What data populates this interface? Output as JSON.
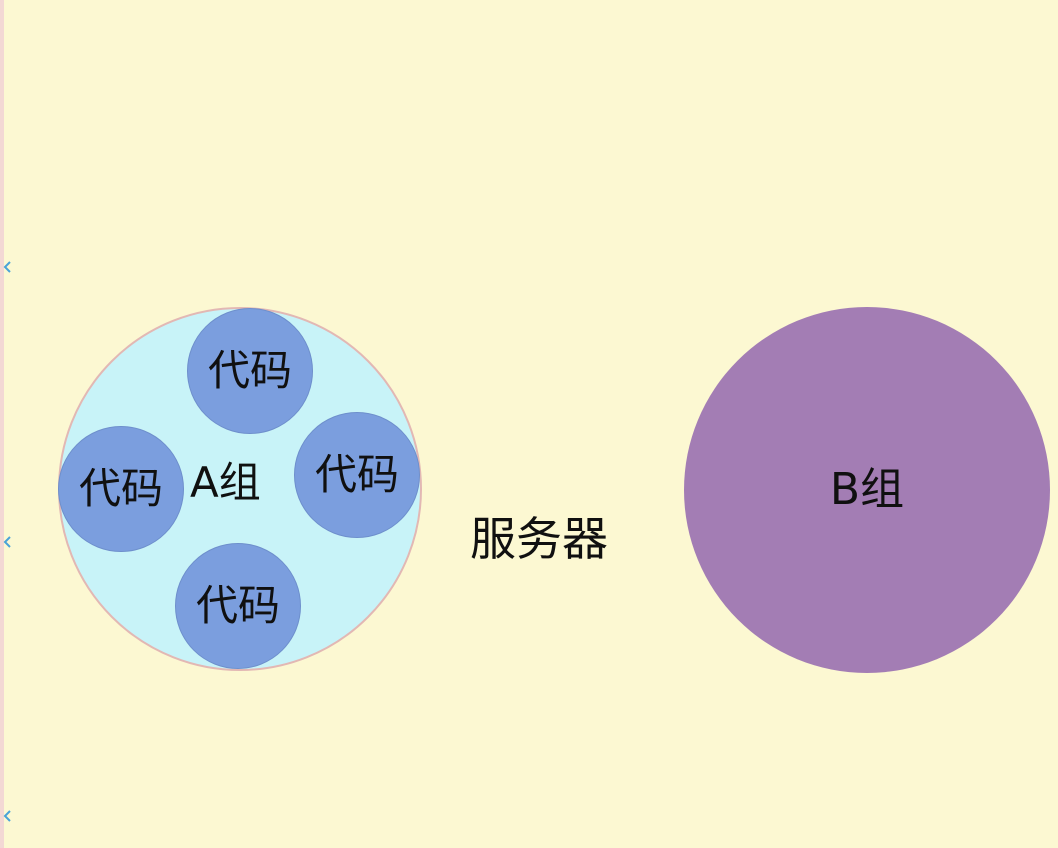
{
  "group_a": {
    "label": "A组",
    "members": [
      "代码",
      "代码",
      "代码",
      "代码"
    ]
  },
  "server": {
    "label": "服务器"
  },
  "group_b": {
    "label": "B组"
  },
  "colors": {
    "background": "#fcf8d2",
    "group_a_fill": "#c8f3f8",
    "code_fill": "#7b9ede",
    "group_b_fill": "#a37db4",
    "edge_arrow": "#4aa3d8"
  },
  "icons": {
    "edge_arrow": "chevron-left-icon"
  }
}
